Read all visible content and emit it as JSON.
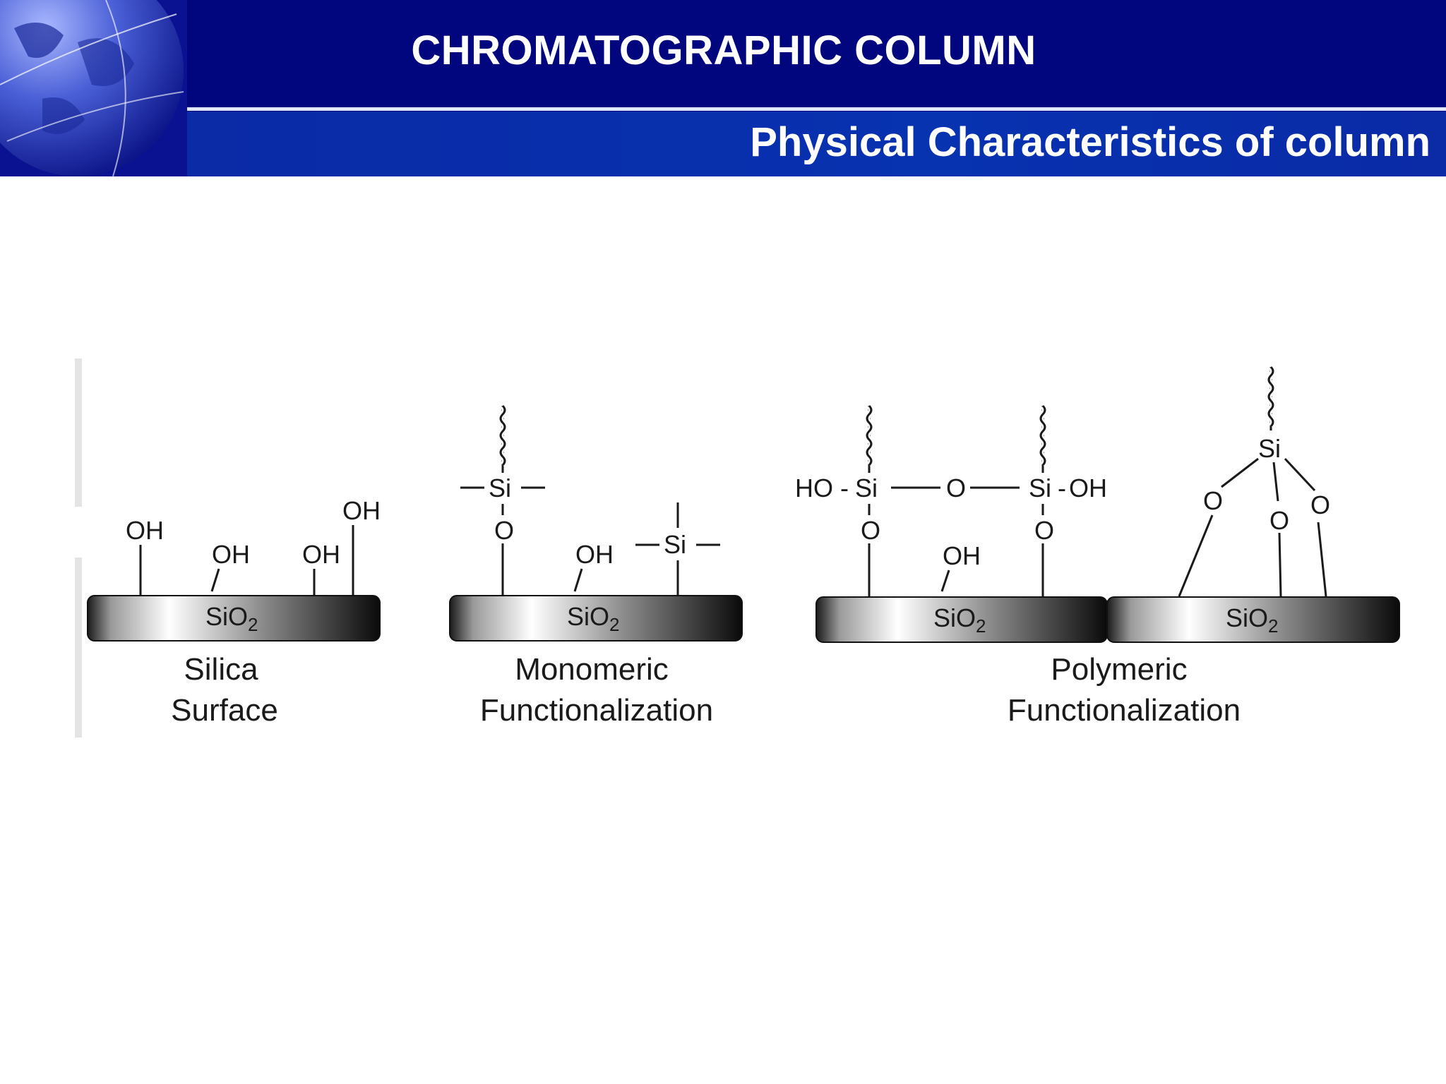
{
  "header": {
    "title": "CHROMATOGRAPHIC COLUMN",
    "subtitle": "Physical Characteristics of column"
  },
  "diagram": {
    "silica": {
      "caption_line1": "Silica",
      "caption_line2": "Surface",
      "substrate": "SiO",
      "oh1": "OH",
      "oh2": "OH",
      "oh3": "OH",
      "oh4": "OH"
    },
    "monomeric": {
      "caption_line1": "Monomeric",
      "caption_line2": "Functionalization",
      "substrate": "SiO",
      "si1": "Si",
      "o1": "O",
      "oh": "OH",
      "si2": "Si"
    },
    "polymeric": {
      "caption_line1": "Polymeric",
      "caption_line2": "Functionalization",
      "substrate_a": "SiO",
      "substrate_b": "SiO",
      "ho_left": "HO",
      "si_left": "Si",
      "o_bridge": "O",
      "si_right": "Si",
      "oh_right": "OH",
      "o_left": "O",
      "o_right": "O",
      "oh_mid": "OH",
      "si_top": "Si",
      "o_a": "O",
      "o_b": "O",
      "o_c": "O"
    },
    "subscript": "2"
  }
}
